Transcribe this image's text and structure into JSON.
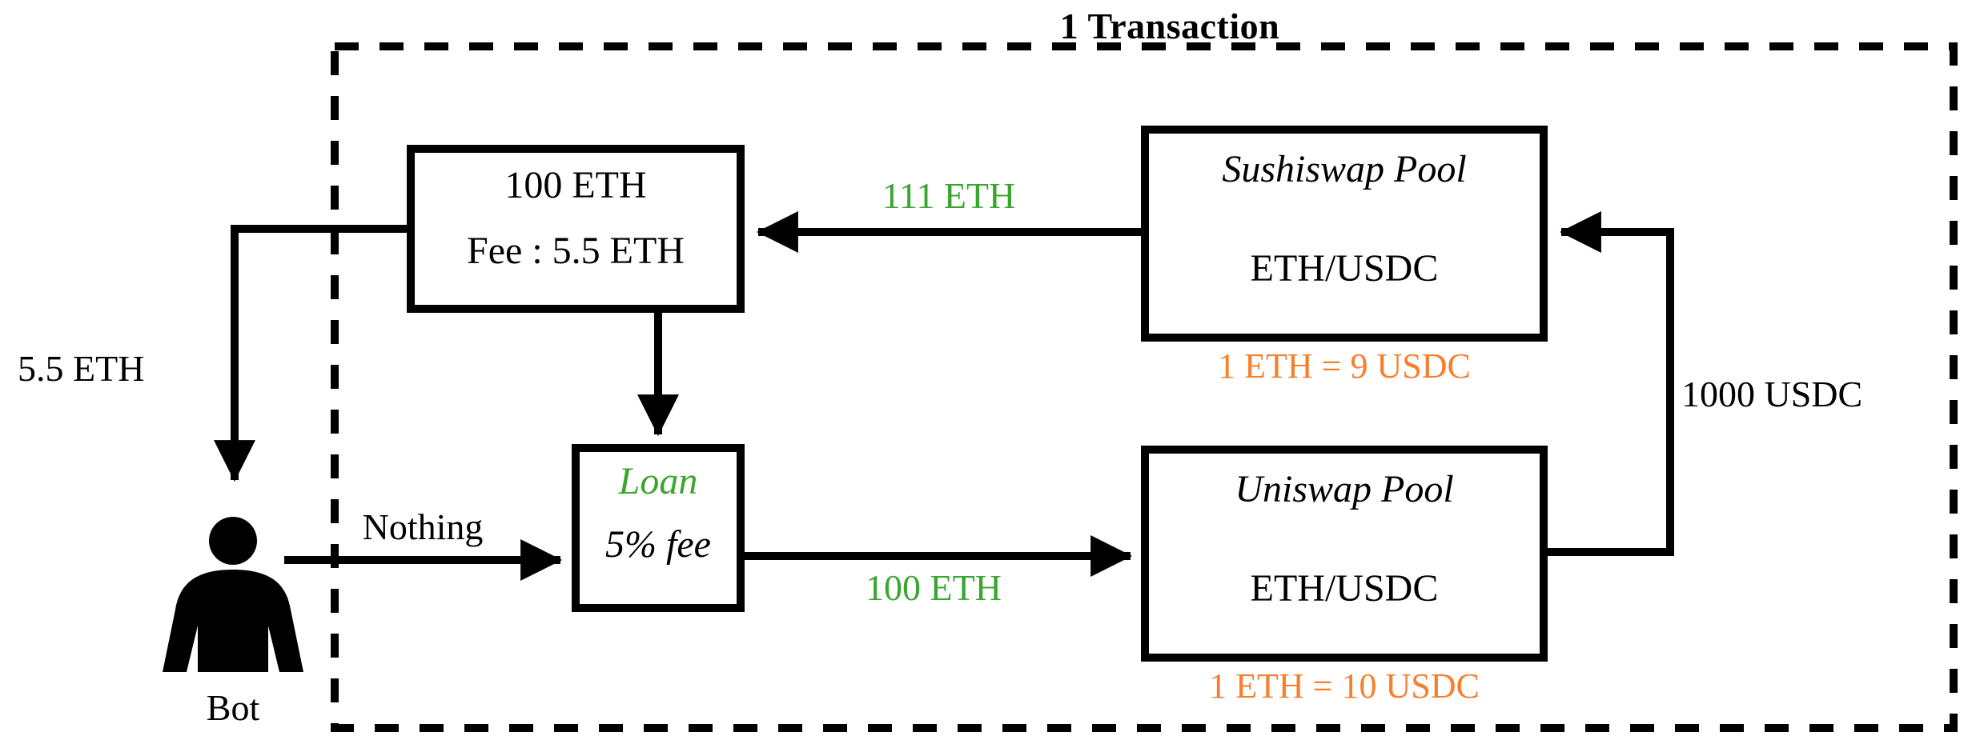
{
  "diagram": {
    "title": "1 Transaction",
    "boundary": {
      "style": "dashed",
      "label": "transaction-boundary"
    },
    "colors": {
      "black": "#000000",
      "green": "#3AA62F",
      "orange": "#F97E2B",
      "background": "#FFFFFF"
    },
    "actor": {
      "icon": "person-icon",
      "label": "Bot"
    },
    "nodes": {
      "flashloan_repay": {
        "line1": "100 ETH",
        "line2": "Fee : 5.5 ETH"
      },
      "loan": {
        "line1": "Loan",
        "line2": "5% fee",
        "line1_color": "#3AA62F",
        "line2_color": "#000000"
      },
      "sushiswap_pool": {
        "title": "Sushiswap Pool",
        "pair": "ETH/USDC",
        "rate": "1 ETH = 9 USDC",
        "rate_color": "#F97E2B"
      },
      "uniswap_pool": {
        "title": "Uniswap Pool",
        "pair": "ETH/USDC",
        "rate": "1 ETH = 10 USDC",
        "rate_color": "#F97E2B"
      }
    },
    "edges": {
      "bot_to_loan": {
        "label": "Nothing",
        "color": "#000000"
      },
      "loan_to_uniswap": {
        "label": "100 ETH",
        "color": "#3AA62F"
      },
      "uniswap_to_sushiswap": {
        "label": "1000 USDC",
        "color": "#3AA62F"
      },
      "sushiswap_to_repay": {
        "label": "111 ETH",
        "color": "#3AA62F"
      },
      "repay_to_bot": {
        "label": "5.5 ETH",
        "color": "#000000"
      },
      "repay_to_loan": {
        "label": "",
        "color": "#000000"
      }
    }
  }
}
